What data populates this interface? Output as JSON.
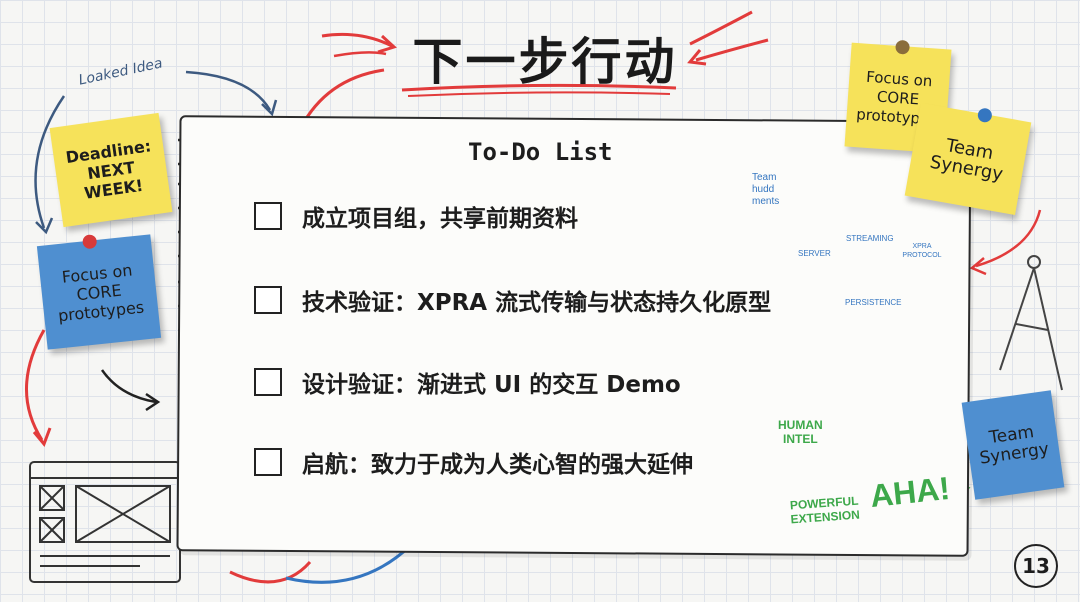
{
  "slide": {
    "title": "下一步行动",
    "page_number": "13"
  },
  "annotations": {
    "loaked_idea": "Loaked Idea",
    "team_huddle": [
      "Team",
      "hudd",
      "ments"
    ],
    "server": "SERVER",
    "streaming": "STREAMING",
    "xpra_protocol": [
      "XPRA",
      "PROTOCOL"
    ],
    "persistence": "PERSISTENCE",
    "human_intel": [
      "HUMAN",
      "INTEL"
    ],
    "powerful_extension": [
      "POWERFUL",
      "EXTENSION"
    ],
    "aha": "AHA!"
  },
  "notes": {
    "deadline": [
      "Deadline:",
      "NEXT WEEK!"
    ],
    "focus_left": [
      "Focus on",
      "CORE",
      "prototypes"
    ],
    "focus_right": [
      "Focus on",
      "CORE",
      "prototypes"
    ],
    "team_synergy_top": [
      "Team",
      "Synergy"
    ],
    "team_synergy_bottom": [
      "Team",
      "Synergy"
    ]
  },
  "todo": {
    "title": "To-Do List",
    "items": [
      {
        "text": "成立项目组，共享前期资料",
        "checked": false
      },
      {
        "text": "技术验证：XPRA 流式传输与状态持久化原型",
        "checked": false
      },
      {
        "text": "设计验证：渐进式 UI 的交互 Demo",
        "checked": false
      },
      {
        "text": "启航：致力于成为人类心智的强大延伸",
        "checked": true
      }
    ]
  },
  "colors": {
    "red": "#e23b3b",
    "blue": "#3576c0",
    "green": "#3da84a",
    "note_yellow": "#f6e25a",
    "note_blue": "#4f8fd0"
  }
}
